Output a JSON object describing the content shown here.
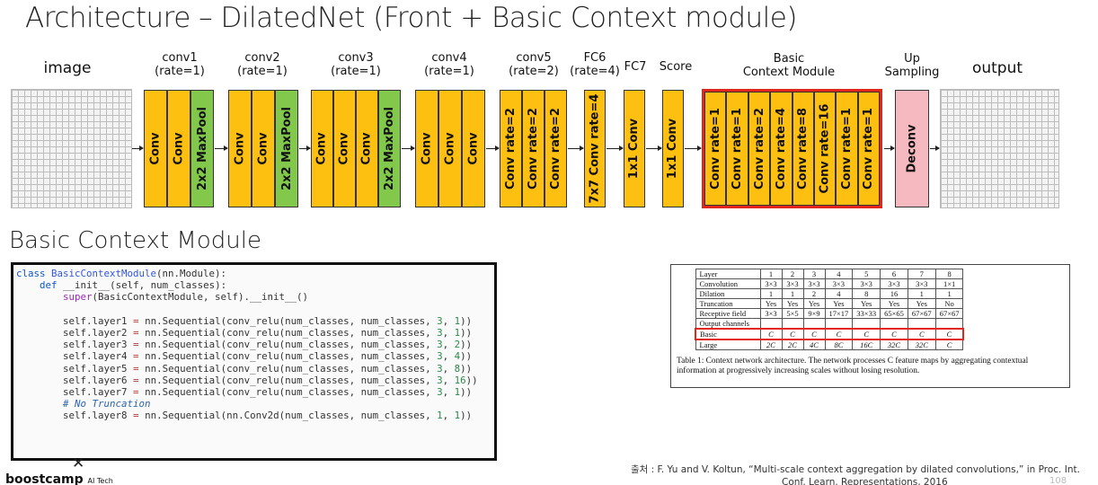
{
  "slide": {
    "title": "Architecture – DilatedNet (Front + Basic Context module)",
    "subtitle": "Basic Context Module",
    "logo": "boostcamp",
    "logo_sub": "AI Tech",
    "source_line1": "출처 : F. Yu and V. Koltun, “Multi-scale context aggregation by dilated convolutions,” in Proc. Int.",
    "source_line2": "Conf. Learn. Representations, 2016",
    "page_number": "108"
  },
  "headers": {
    "image": "image",
    "conv1": "conv1",
    "conv1_rate": "(rate=1)",
    "conv2": "conv2",
    "conv2_rate": "(rate=1)",
    "conv3": "conv3",
    "conv3_rate": "(rate=1)",
    "conv4": "conv4",
    "conv4_rate": "(rate=1)",
    "conv5": "conv5",
    "conv5_rate": "(rate=2)",
    "fc6": "FC6",
    "fc6_rate": "(rate=4)",
    "fc7": "FC7",
    "score": "Score",
    "context_1": "Basic",
    "context_2": "Context Module",
    "up_1": "Up",
    "up_2": "Sampling",
    "output": "output"
  },
  "blocks": {
    "conv1": [
      "Conv",
      "Conv",
      "2x2 MaxPool"
    ],
    "conv2": [
      "Conv",
      "Conv",
      "2x2 MaxPool"
    ],
    "conv3": [
      "Conv",
      "Conv",
      "Conv",
      "2x2 MaxPool"
    ],
    "conv4": [
      "Conv",
      "Conv",
      "Conv"
    ],
    "conv5": [
      "Conv rate=2",
      "Conv rate=2",
      "Conv rate=2"
    ],
    "fc6": "7x7 Conv rate=4",
    "fc7": "1x1 Conv",
    "score": "1x1 Conv",
    "context": [
      "Conv rate=1",
      "Conv rate=1",
      "Conv rate=2",
      "Conv rate=4",
      "Conv rate=8",
      "Conv rate=16",
      "Conv rate=1",
      "Conv rate=1"
    ],
    "up": "Deconv"
  },
  "colors": {
    "conv_block": "#fdbf10",
    "pool_block": "#82c84a",
    "deconv_block": "#f6b9c0",
    "highlight": "#e3261c"
  },
  "code": {
    "l1_kw": "class",
    "l1_name": "BasicContextModule",
    "l1_rest": "(nn.Module):",
    "l2_kw": "def",
    "l2_name": "__init__",
    "l2_rest": "(self, num_classes):",
    "l3_fn": "super",
    "l3_rest": "(BasicContextModule, self).__init__()",
    "layers": [
      {
        "name": "self.layer1",
        "call": "nn.Sequential(conv_relu(num_classes, num_classes,",
        "k": "3",
        "d": "1"
      },
      {
        "name": "self.layer2",
        "call": "nn.Sequential(conv_relu(num_classes, num_classes,",
        "k": "3",
        "d": "1"
      },
      {
        "name": "self.layer3",
        "call": "nn.Sequential(conv_relu(num_classes, num_classes,",
        "k": "3",
        "d": "2"
      },
      {
        "name": "self.layer4",
        "call": "nn.Sequential(conv_relu(num_classes, num_classes,",
        "k": "3",
        "d": "4"
      },
      {
        "name": "self.layer5",
        "call": "nn.Sequential(conv_relu(num_classes, num_classes,",
        "k": "3",
        "d": "8"
      },
      {
        "name": "self.layer6",
        "call": "nn.Sequential(conv_relu(num_classes, num_classes,",
        "k": "3",
        "d": "16"
      },
      {
        "name": "self.layer7",
        "call": "nn.Sequential(conv_relu(num_classes, num_classes,",
        "k": "3",
        "d": "1"
      }
    ],
    "comment": "# No Truncation",
    "l8_name": "self.layer8",
    "l8_call": "nn.Sequential(nn.Conv2d(num_classes, num_classes,",
    "l8_k": "1",
    "l8_d": "1"
  },
  "paper_table": {
    "rows": [
      [
        "Layer",
        "1",
        "2",
        "3",
        "4",
        "5",
        "6",
        "7",
        "8"
      ],
      [
        "Convolution",
        "3×3",
        "3×3",
        "3×3",
        "3×3",
        "3×3",
        "3×3",
        "3×3",
        "1×1"
      ],
      [
        "Dilation",
        "1",
        "1",
        "2",
        "4",
        "8",
        "16",
        "1",
        "1"
      ],
      [
        "Truncation",
        "Yes",
        "Yes",
        "Yes",
        "Yes",
        "Yes",
        "Yes",
        "Yes",
        "No"
      ],
      [
        "Receptive field",
        "3×3",
        "5×5",
        "9×9",
        "17×17",
        "33×33",
        "65×65",
        "67×67",
        "67×67"
      ],
      [
        "Output channels",
        "",
        "",
        "",
        "",
        "",
        "",
        "",
        ""
      ],
      [
        "Basic",
        "C",
        "C",
        "C",
        "C",
        "C",
        "C",
        "C",
        "C"
      ],
      [
        "Large",
        "2C",
        "2C",
        "4C",
        "8C",
        "16C",
        "32C",
        "32C",
        "C"
      ]
    ],
    "caption": "Table 1: Context network architecture. The network processes C feature maps by aggregating contextual information at progressively increasing scales without losing resolution."
  }
}
